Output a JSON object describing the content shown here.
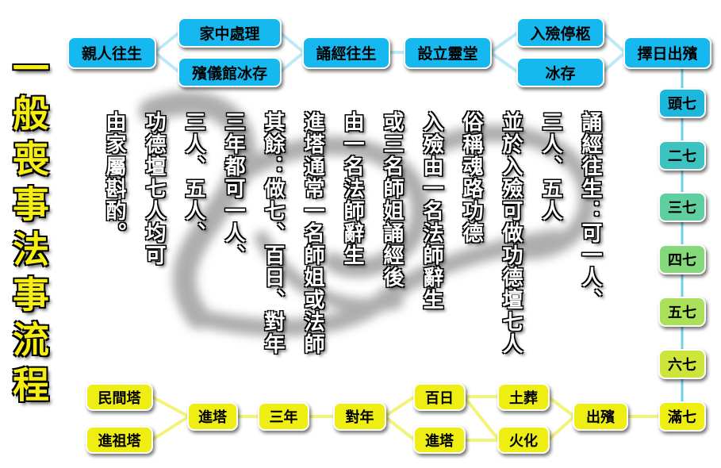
{
  "title": "一般喪事法事流程",
  "colors": {
    "top_nodes": "#15b9ef",
    "bottom_nodes": "#eeee12",
    "title": "#f5ee10"
  },
  "top_flow": {
    "deceased": "親人往生",
    "home": "家中處理",
    "funeral_home": "殯儀館冰存",
    "chanting": "誦經往生",
    "altar": "設立靈堂",
    "encoffin": "入殮停柩",
    "freeze": "冰存",
    "select_date": "擇日出殯"
  },
  "sevens": [
    {
      "label": "頭七",
      "color": "#1cb7dc"
    },
    {
      "label": "二七",
      "color": "#3cc3c0"
    },
    {
      "label": "三七",
      "color": "#5fcfa0"
    },
    {
      "label": "四七",
      "color": "#86d97a"
    },
    {
      "label": "五七",
      "color": "#abe05a"
    },
    {
      "label": "六七",
      "color": "#cde53a"
    },
    {
      "label": "滿七",
      "color": "#eeee12"
    }
  ],
  "bottom_flow": {
    "folk_pagoda": "民間塔",
    "ancestral_pagoda": "進祖塔",
    "enter_pagoda": "進塔",
    "three_years": "三年",
    "first_anniversary": "對年",
    "hundred_days": "百日",
    "enter_pagoda_2": "進塔",
    "burial": "土葬",
    "cremation": "火化",
    "funeral": "出殯"
  },
  "notes": [
    "誦經往生：可一人、",
    "三人、五人",
    "並於入殮可做功德壇七人",
    "俗稱魂路功德",
    "入殮由一名法師辭生",
    "或三名師姐誦經後",
    "由一名法師辭生",
    "進塔通常一名師姐或法師",
    "其餘：做七、百日、對年",
    "三年都可一人、",
    "三人、五人、",
    "功德壇七人均可",
    "由家屬斟酌。"
  ]
}
